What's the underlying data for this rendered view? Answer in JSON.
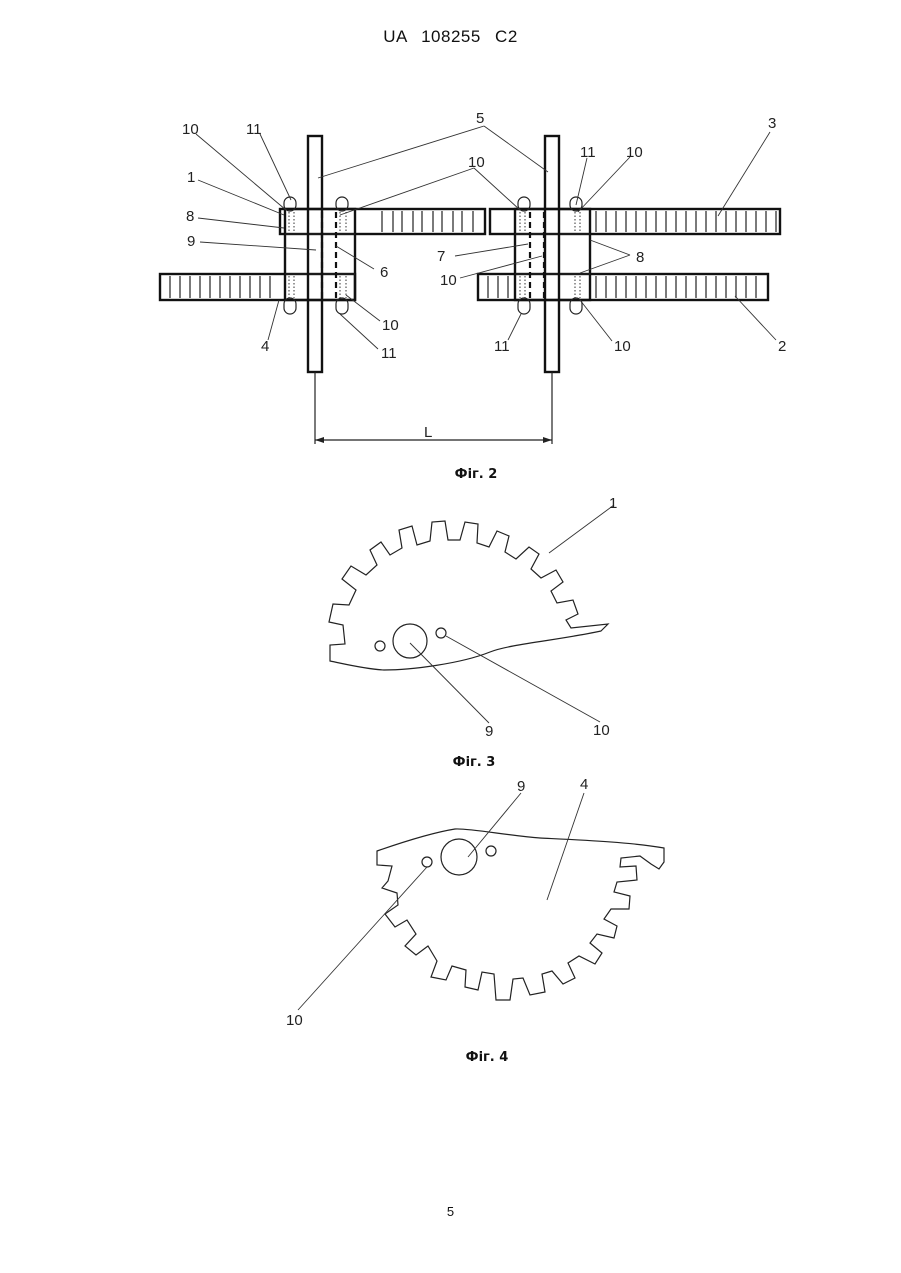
{
  "header": {
    "text": "UA   108255   C2"
  },
  "figures": [
    {
      "caption": "Фіг. 2",
      "labels": [
        "10",
        "11",
        "5",
        "3",
        "1",
        "8",
        "9",
        "6",
        "10",
        "11",
        "10",
        "7",
        "10",
        "11",
        "10",
        "8",
        "2",
        "4",
        "10",
        "11",
        "L"
      ]
    },
    {
      "caption": "Фіг. 3",
      "labels": [
        "1",
        "9",
        "10"
      ]
    },
    {
      "caption": "Фіг. 4",
      "labels": [
        "9",
        "4",
        "10"
      ]
    }
  ],
  "page_number": "5"
}
